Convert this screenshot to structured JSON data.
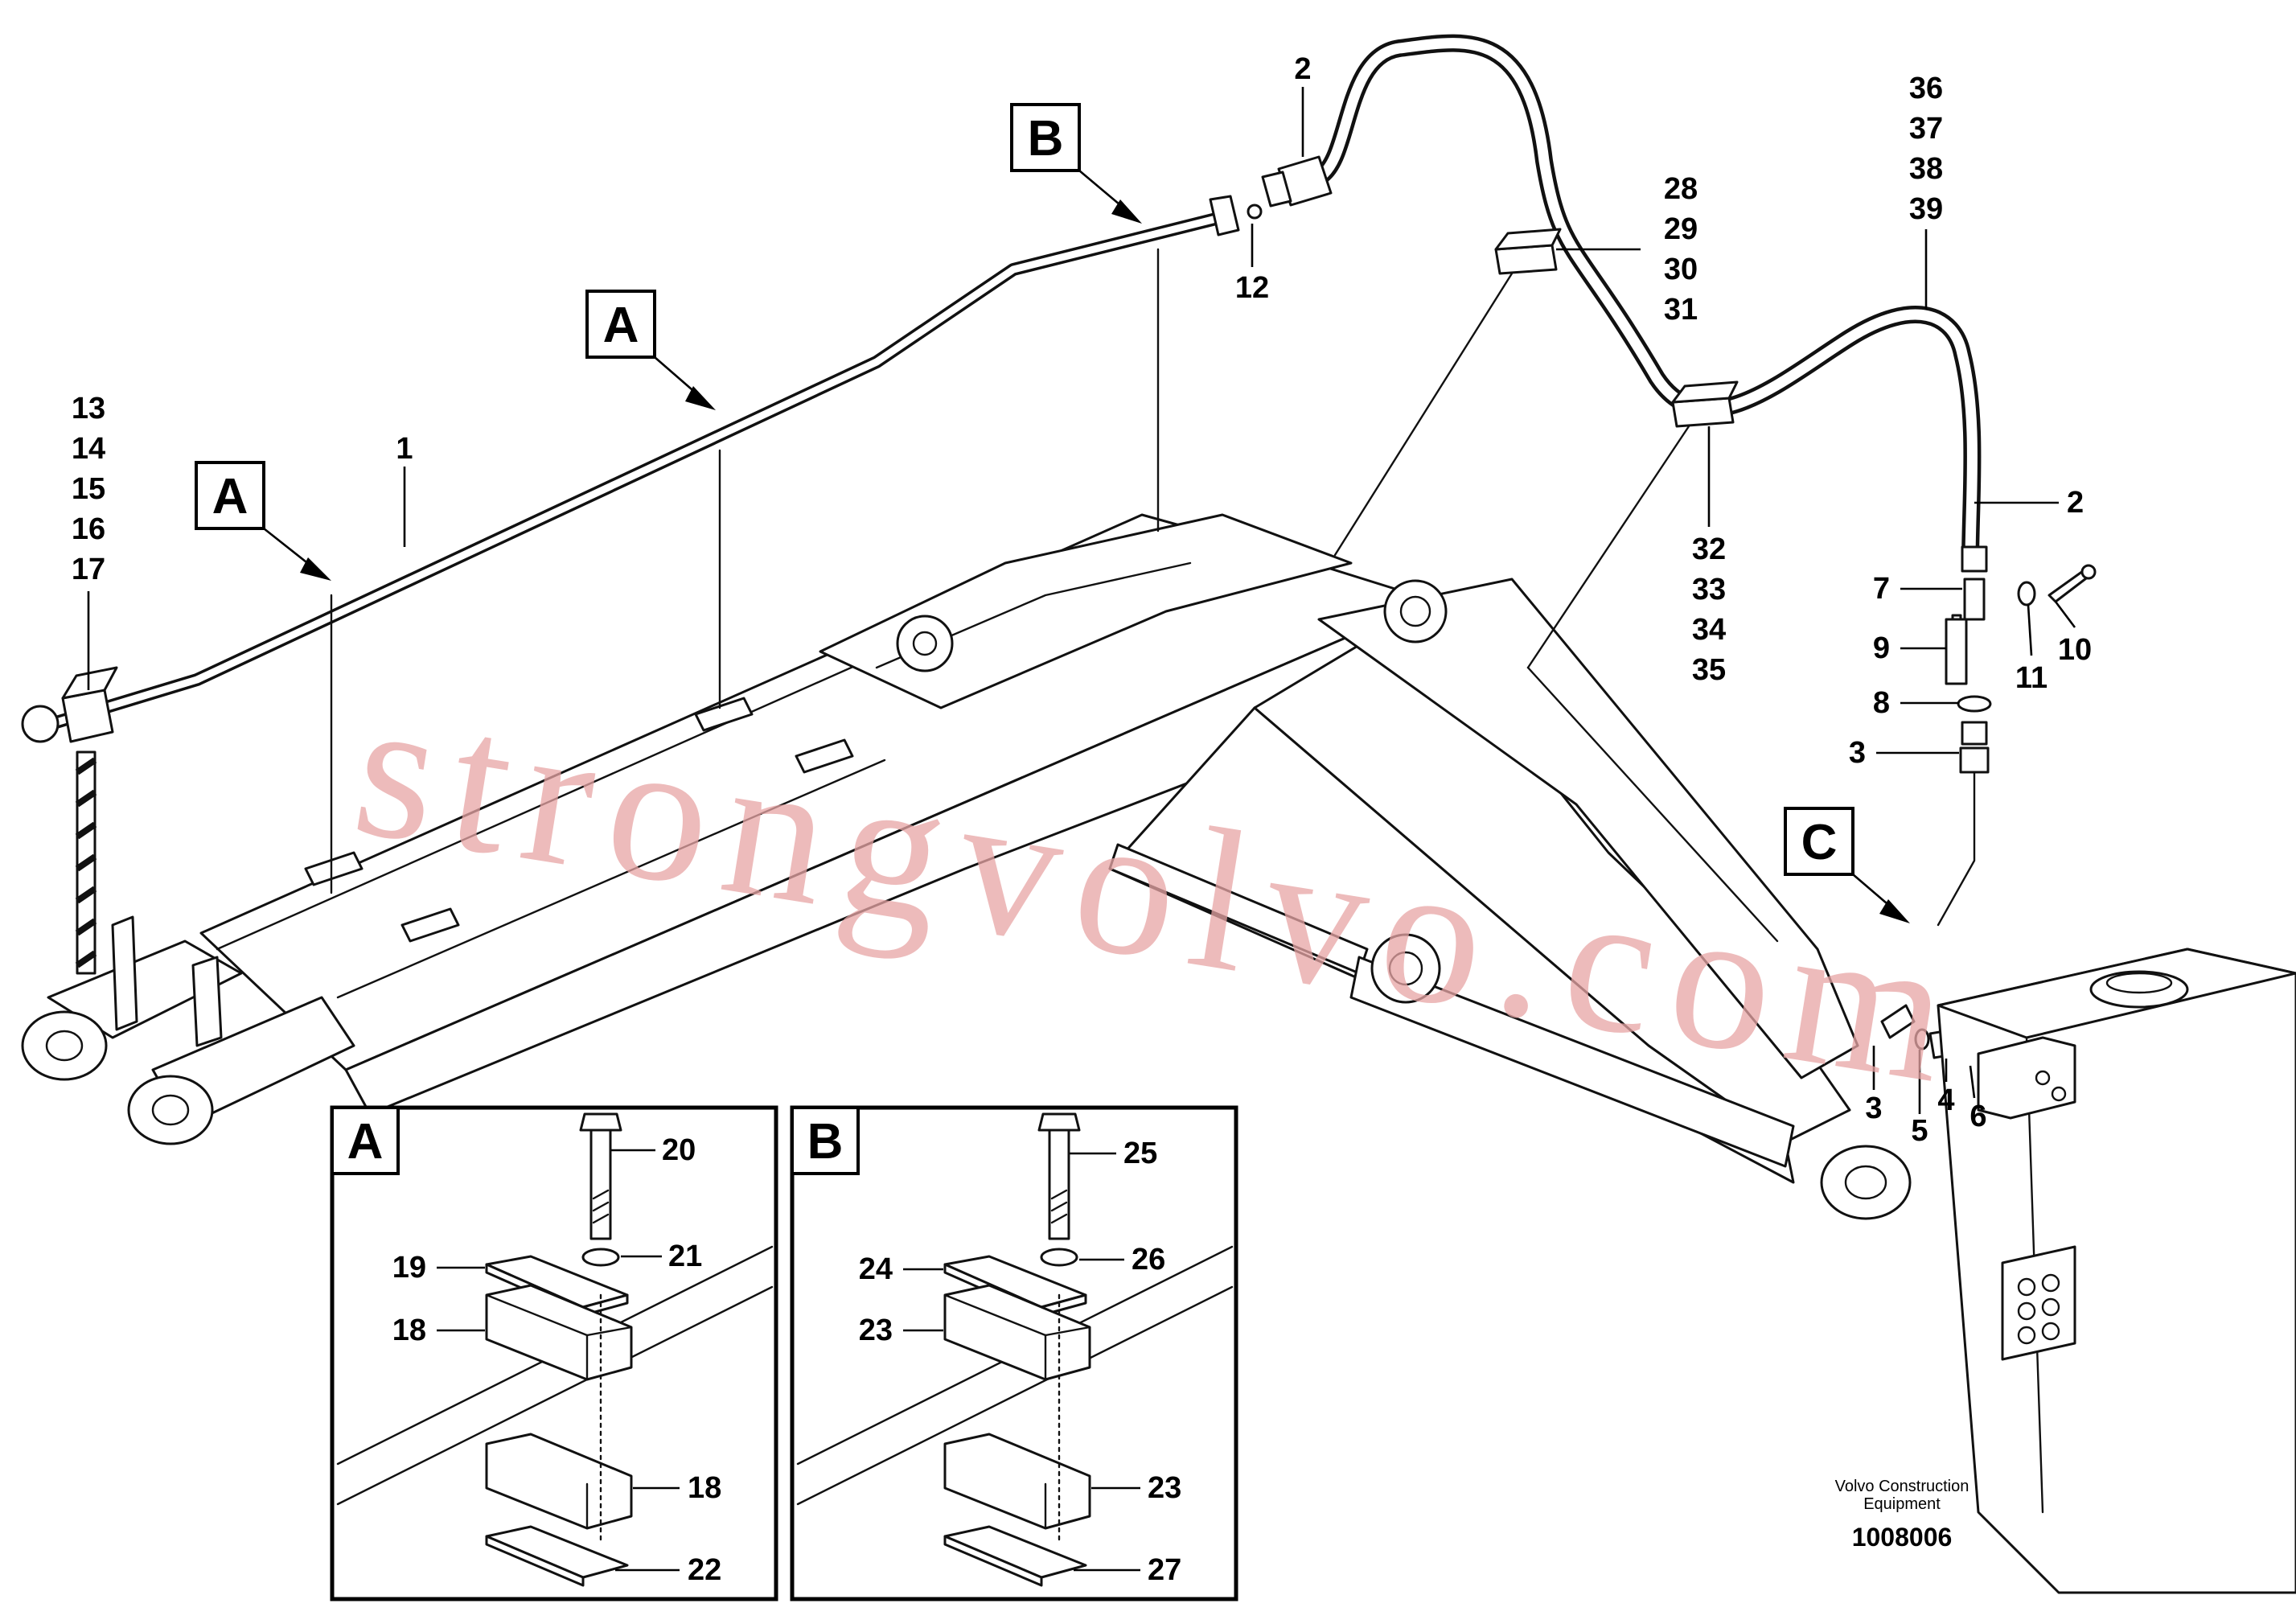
{
  "callouts": {
    "main": [
      "1",
      "2",
      "2",
      "3",
      "3",
      "4",
      "5",
      "6",
      "7",
      "8",
      "9",
      "10",
      "11",
      "12"
    ],
    "stack_13_17": [
      "13",
      "14",
      "15",
      "16",
      "17"
    ],
    "stack_28_31": [
      "28",
      "29",
      "30",
      "31"
    ],
    "stack_32_35": [
      "32",
      "33",
      "34",
      "35"
    ],
    "stack_36_39": [
      "36",
      "37",
      "38",
      "39"
    ],
    "detail_a": [
      "18",
      "18",
      "19",
      "20",
      "21",
      "22"
    ],
    "detail_b": [
      "23",
      "23",
      "24",
      "25",
      "26",
      "27"
    ]
  },
  "view_labels": {
    "a": "A",
    "b": "B",
    "c": "C"
  },
  "maker_lines": [
    "Volvo Construction",
    "Equipment"
  ],
  "drawing_number": "1008006",
  "watermark": "strongvolvo.com"
}
